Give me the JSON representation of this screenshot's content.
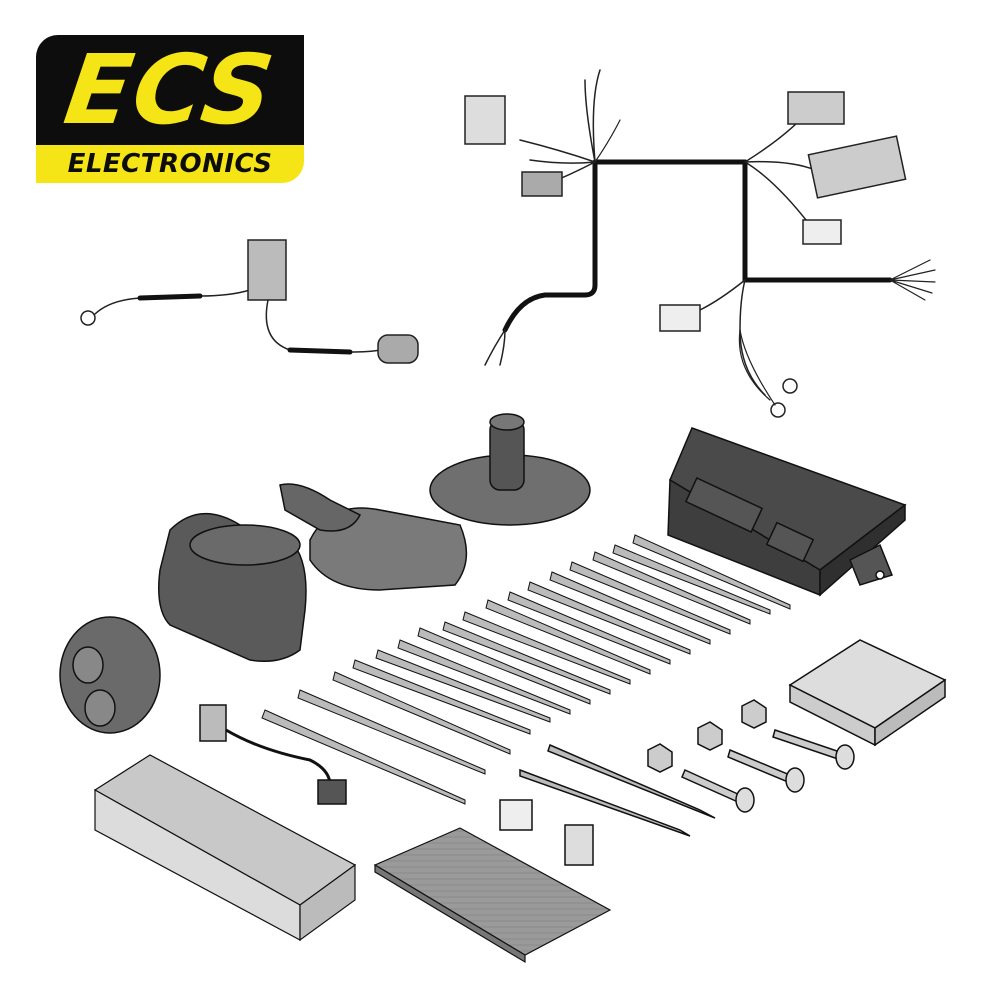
{
  "logo": {
    "brand": "ECS",
    "subtitle": "ELECTRONICS",
    "colors": {
      "yellow": "#f5e516",
      "black": "#0d0d0d"
    }
  },
  "illustration": {
    "subject": "towbar wiring kit contents",
    "items": [
      "main-wiring-harness",
      "earth-lead-with-connector",
      "control-module",
      "13-pin-socket",
      "socket-gasket",
      "rubber-grommet",
      "cable-grommet",
      "buzzer-relay",
      "cable-ties",
      "bolts",
      "nuts",
      "fuse",
      "fuse-holder",
      "foam-pads",
      "instruction-leaflets",
      "protective-sheet"
    ],
    "cable_tie_count": 18,
    "bolt_count": 3,
    "nut_count": 3
  }
}
